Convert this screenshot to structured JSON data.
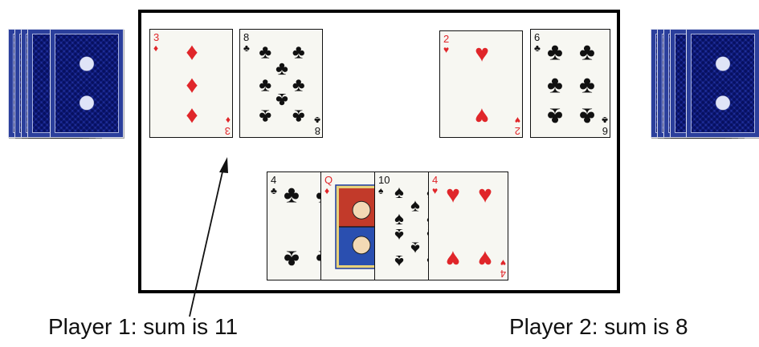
{
  "players": [
    {
      "id": "player-1",
      "caption": "Player 1: sum is 11"
    },
    {
      "id": "player-2",
      "caption": "Player 2: sum is 8"
    }
  ],
  "hands": {
    "player1": [
      {
        "rank": "3",
        "suit": "diamonds"
      },
      {
        "rank": "8",
        "suit": "clubs"
      }
    ],
    "player2": [
      {
        "rank": "2",
        "suit": "hearts"
      },
      {
        "rank": "6",
        "suit": "clubs"
      }
    ],
    "center": [
      {
        "rank": "4",
        "suit": "clubs"
      },
      {
        "rank": "Q",
        "suit": "diamonds"
      },
      {
        "rank": "10",
        "suit": "spades"
      },
      {
        "rank": "4",
        "suit": "hearts"
      }
    ]
  },
  "colors": {
    "red": "#e0262a",
    "black": "#111111",
    "card_back": "#2b3f9c"
  }
}
